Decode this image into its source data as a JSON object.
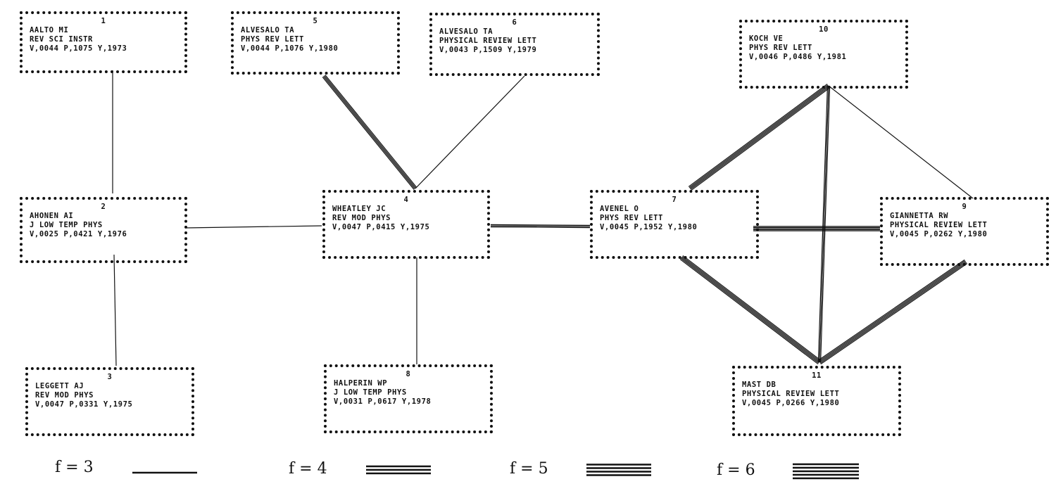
{
  "nodes": [
    {
      "id": 1,
      "number": "1",
      "author": "AALTO MI",
      "journal": "REV SCI INSTR",
      "ref": "V,0044 P,1075 Y,1973"
    },
    {
      "id": 2,
      "number": "2",
      "author": "AHONEN AI",
      "journal": "J LOW TEMP PHYS",
      "ref": "V,0025 P,0421 Y,1976"
    },
    {
      "id": 3,
      "number": "3",
      "author": "LEGGETT AJ",
      "journal": "REV MOD PHYS",
      "ref": "V,0047 P,0331 Y,1975"
    },
    {
      "id": 4,
      "number": "4",
      "author": "WHEATLEY JC",
      "journal": "REV MOD PHYS",
      "ref": "V,0047 P,0415 Y,1975"
    },
    {
      "id": 5,
      "number": "5",
      "author": "ALVESALO TA",
      "journal": "PHYS REV LETT",
      "ref": "V,0044 P,1076 Y,1980"
    },
    {
      "id": 6,
      "number": "6",
      "author": "ALVESALO TA",
      "journal": "PHYSICAL REVIEW LETT",
      "ref": "V,0043 P,1509 Y,1979"
    },
    {
      "id": 7,
      "number": "7",
      "author": "AVENEL O",
      "journal": "PHYS REV LETT",
      "ref": "V,0045 P,1952 Y,1980"
    },
    {
      "id": 8,
      "number": "8",
      "author": "HALPERIN WP",
      "journal": "J LOW TEMP PHYS",
      "ref": "V,0031 P,0617 Y,1978"
    },
    {
      "id": 9,
      "number": "9",
      "author": "GIANNETTA RW",
      "journal": "PHYSICAL REVIEW LETT",
      "ref": "V,0045 P,0262 Y,1980"
    },
    {
      "id": 10,
      "number": "10",
      "author": "KOCH VE",
      "journal": "PHYS REV LETT",
      "ref": "V,0046 P,0486 Y,1981"
    },
    {
      "id": 11,
      "number": "11",
      "author": "MAST DB",
      "journal": "PHYSICAL REVIEW LETT",
      "ref": "V,0045 P,0266 Y,1980"
    }
  ],
  "edges": [
    {
      "from": 1,
      "to": 2,
      "f": 3
    },
    {
      "from": 2,
      "to": 3,
      "f": 3
    },
    {
      "from": 2,
      "to": 4,
      "f": 3
    },
    {
      "from": 4,
      "to": 5,
      "f": 5
    },
    {
      "from": 4,
      "to": 6,
      "f": 3
    },
    {
      "from": 4,
      "to": 8,
      "f": 3
    },
    {
      "from": 4,
      "to": 7,
      "f": 4
    },
    {
      "from": 7,
      "to": 10,
      "f": 6
    },
    {
      "from": 7,
      "to": 9,
      "f": 6
    },
    {
      "from": 7,
      "to": 11,
      "f": 6
    },
    {
      "from": 10,
      "to": 9,
      "f": 3
    },
    {
      "from": 10,
      "to": 11,
      "f": 4
    },
    {
      "from": 9,
      "to": 11,
      "f": 6
    }
  ],
  "legend": [
    {
      "label": "f = 3",
      "lines": 1
    },
    {
      "label": "f = 4",
      "lines": 3
    },
    {
      "label": "f = 5",
      "lines": 4
    },
    {
      "label": "f = 6",
      "lines": 5
    }
  ],
  "colors": {
    "ink": "#111111",
    "background": "#ffffff"
  }
}
